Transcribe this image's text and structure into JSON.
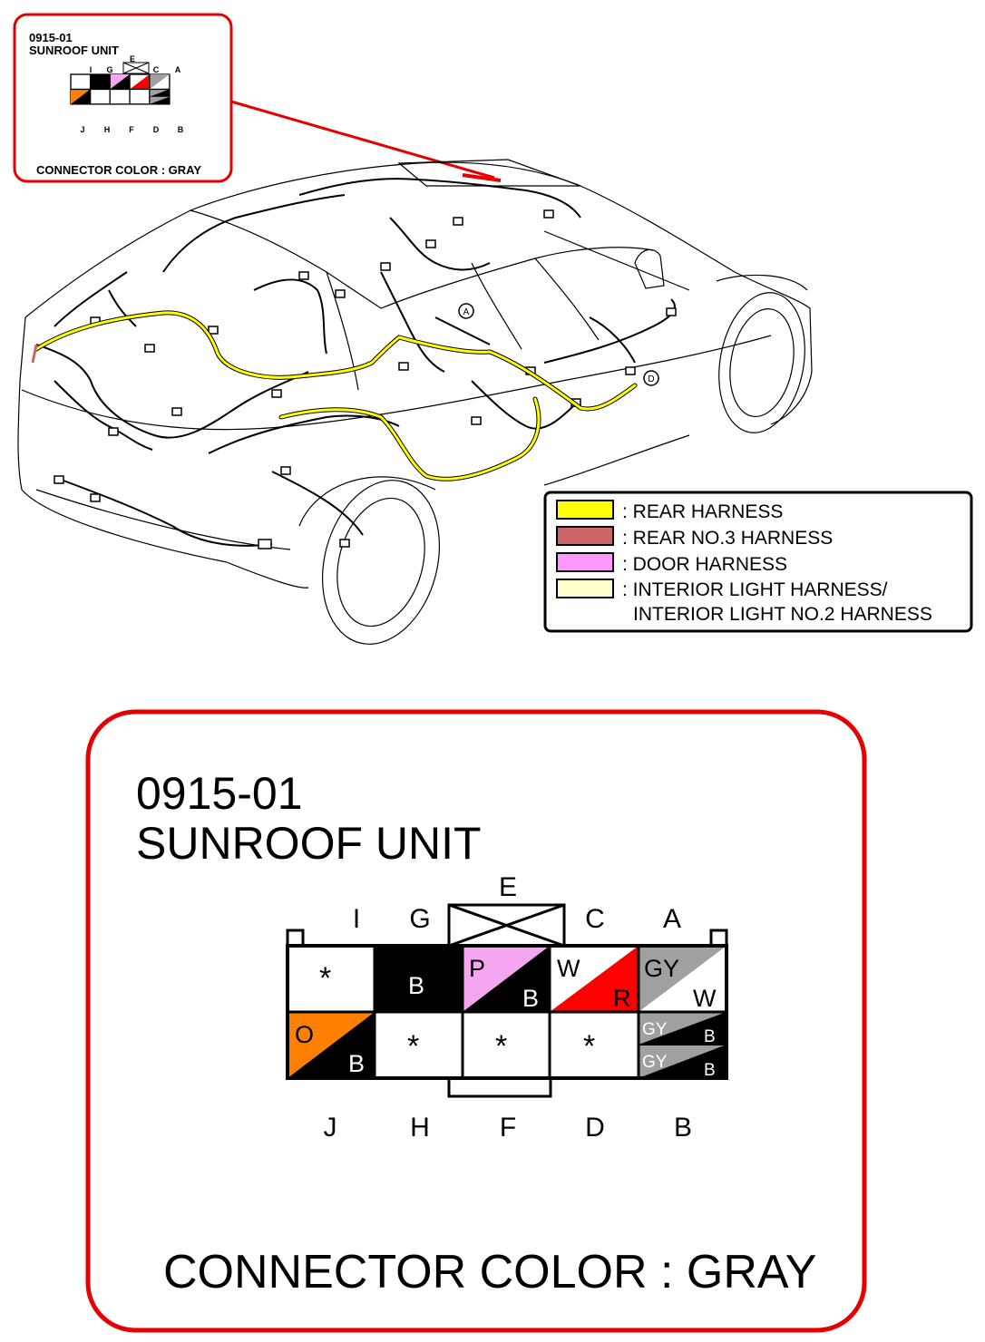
{
  "connector": {
    "code": "0915-01",
    "name": "SUNROOF UNIT",
    "color_note": "CONNECTOR COLOR : GRAY",
    "top_letters": [
      "I",
      "G",
      "E",
      "C",
      "A"
    ],
    "bottom_letters": [
      "J",
      "H",
      "F",
      "D",
      "B"
    ],
    "pins": {
      "I": {
        "wire": "*"
      },
      "G": {
        "wire": "B"
      },
      "E": {
        "wire": "no pin"
      },
      "P_cell": {
        "primary": "P",
        "secondary": "B"
      },
      "WR_cell": {
        "primary": "W",
        "secondary": "R"
      },
      "A": {
        "primary": "GY",
        "secondary": "W"
      },
      "J": {
        "primary": "O",
        "secondary": "B"
      },
      "H": {
        "wire": "*"
      },
      "F": {
        "wire": "*"
      },
      "D": {
        "wire": "*"
      },
      "B_upper": {
        "primary": "GY",
        "secondary": "B"
      },
      "B_lower": {
        "primary": "GY",
        "secondary": "B"
      }
    }
  },
  "markers": {
    "a": "A",
    "d": "D"
  },
  "legend": {
    "items": [
      {
        "label": ": REAR HARNESS",
        "color": "#ffff00"
      },
      {
        "label": ": REAR NO.3 HARNESS",
        "color": "#cc6666"
      },
      {
        "label": ": DOOR HARNESS",
        "color": "#ff99ff"
      },
      {
        "label": ": INTERIOR LIGHT HARNESS/",
        "label2": "INTERIOR LIGHT NO.2 HARNESS",
        "color": "#ffffcc"
      }
    ]
  },
  "colors": {
    "callout_border": "#e60000",
    "pink": "#f5a6f0",
    "red": "#ff0000",
    "gray": "#a0a0a0",
    "orange": "#ff7f00"
  }
}
